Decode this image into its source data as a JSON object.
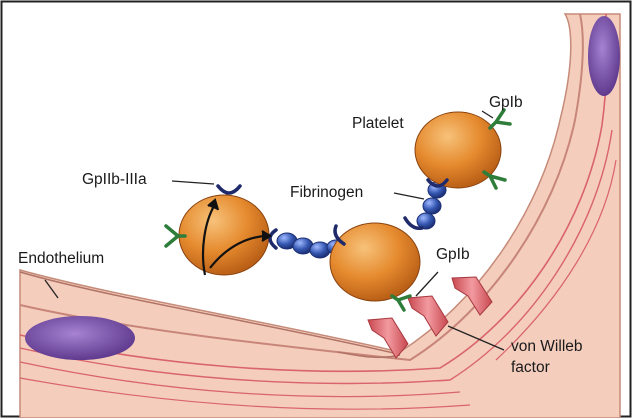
{
  "labels": {
    "platelet": "Platelet",
    "gpib_top": "GpIb",
    "gpiib_iiia": "GpIIb-IIIa",
    "fibrinogen": "Fibrinogen",
    "gpib_bottom": "GpIb",
    "endothelium": "Endothelium",
    "vwf_line1": "von Willeb",
    "vwf_line2": "factor"
  },
  "colors": {
    "platelet": "#e58a2e",
    "wall": "#f2c3b0",
    "nucleus": "#7a4fa8",
    "fibrinogen": "#3456b0",
    "receptor_gpib": "#2e7d3a",
    "receptor_gpiib": "#1f2a6a",
    "vwf_arrow": "#d9646b"
  }
}
